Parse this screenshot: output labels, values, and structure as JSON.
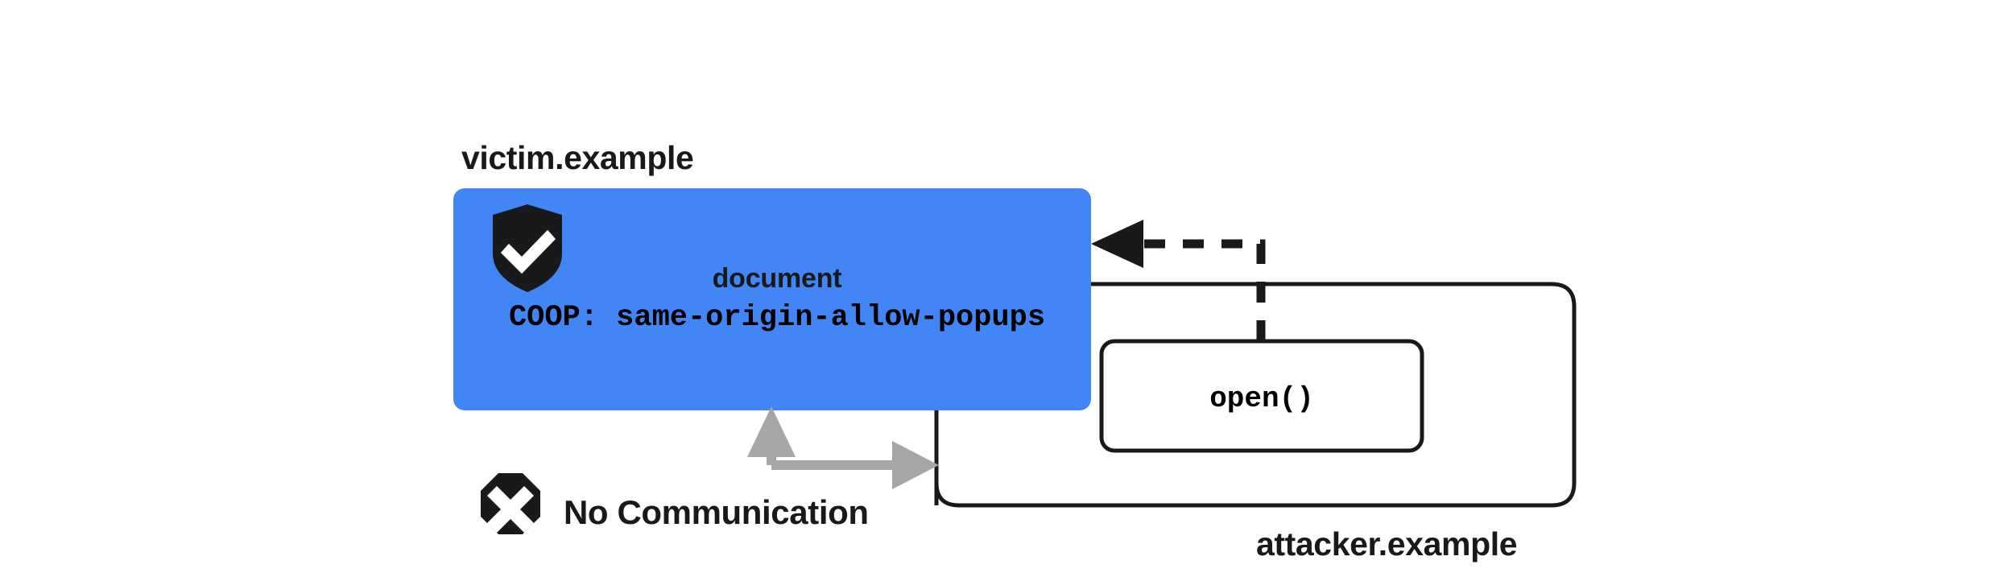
{
  "diagram": {
    "title_victim": "victim.example",
    "title_attacker": "attacker.example",
    "victim_panel": {
      "doc_label": "document",
      "coop_label": "COOP: same-origin-allow-popups",
      "shield_icon": "shield-check-icon",
      "background_color": "#4285F4"
    },
    "attacker_frame": {
      "open_box_label": "open()",
      "outline_color": "#18191b"
    },
    "annotations": {
      "no_communication_label": "No Communication",
      "blocked_icon": "octagon-x-icon",
      "blocked_arrow_color": "#a6a6a6",
      "open_arrow_color": "#18191b"
    }
  }
}
